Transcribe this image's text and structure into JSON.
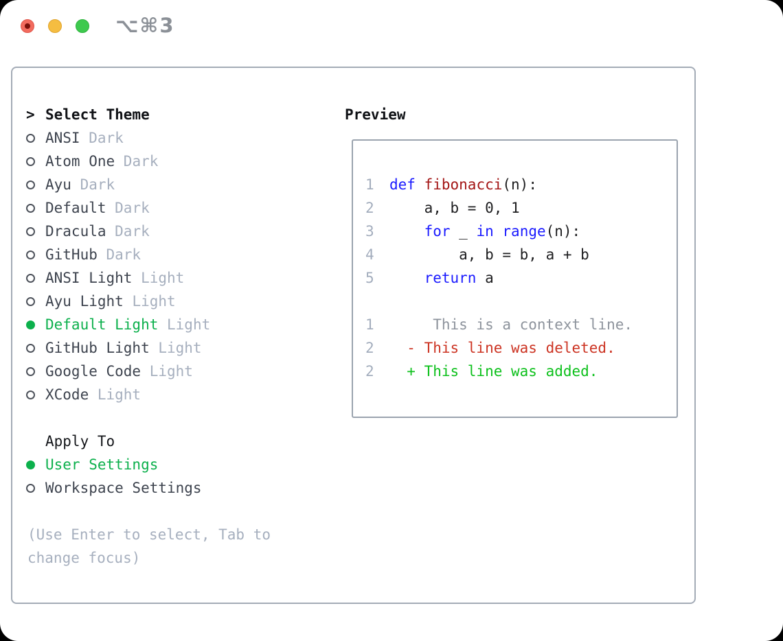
{
  "window": {
    "title_shortcut": "⌥⌘3",
    "traffic_lights": [
      "close",
      "minimize",
      "zoom"
    ]
  },
  "colors": {
    "selected_green": "#0cb04c",
    "keyword_blue": "#1a1aff",
    "function_red": "#a31515",
    "diff_deleted_red": "#cc3322",
    "diff_added_green": "#0cc01b",
    "context_gray": "#8d939c",
    "muted_gray": "#a6afbe",
    "item_text": "#3d434e",
    "border_gray": "#a3abb6"
  },
  "theme_picker": {
    "prompt": ">",
    "header": "Select Theme",
    "items": [
      {
        "label": "ANSI",
        "tag": "Dark",
        "selected": false
      },
      {
        "label": "Atom One",
        "tag": "Dark",
        "selected": false
      },
      {
        "label": "Ayu",
        "tag": "Dark",
        "selected": false
      },
      {
        "label": "Default",
        "tag": "Dark",
        "selected": false
      },
      {
        "label": "Dracula",
        "tag": "Dark",
        "selected": false
      },
      {
        "label": "GitHub",
        "tag": "Dark",
        "selected": false
      },
      {
        "label": "ANSI Light",
        "tag": "Light",
        "selected": false
      },
      {
        "label": "Ayu Light",
        "tag": "Light",
        "selected": false
      },
      {
        "label": "Default Light",
        "tag": "Light",
        "selected": true
      },
      {
        "label": "GitHub Light",
        "tag": "Light",
        "selected": false
      },
      {
        "label": "Google Code",
        "tag": "Light",
        "selected": false
      },
      {
        "label": "XCode",
        "tag": "Light",
        "selected": false
      }
    ],
    "apply_to_header": "Apply To",
    "apply_options": [
      {
        "label": "User Settings",
        "selected": true
      },
      {
        "label": "Workspace Settings",
        "selected": false
      }
    ],
    "hint": "(Use Enter to select, Tab to change focus)"
  },
  "preview": {
    "header": "Preview",
    "code_lines": [
      {
        "number": "1",
        "tokens": [
          [
            "def",
            "k"
          ],
          [
            " ",
            "p"
          ],
          [
            "fibonacci",
            "f"
          ],
          [
            "(n):",
            "p"
          ]
        ]
      },
      {
        "number": "2",
        "tokens": [
          [
            "    a, b = 0, 1",
            "p"
          ]
        ]
      },
      {
        "number": "3",
        "tokens": [
          [
            "    ",
            "p"
          ],
          [
            "for",
            "k"
          ],
          [
            " _ ",
            "p"
          ],
          [
            "in",
            "k"
          ],
          [
            " ",
            "p"
          ],
          [
            "range",
            "k"
          ],
          [
            "(n):",
            "p"
          ]
        ]
      },
      {
        "number": "4",
        "tokens": [
          [
            "        a, b = b, a + b",
            "p"
          ]
        ]
      },
      {
        "number": "5",
        "tokens": [
          [
            "    ",
            "p"
          ],
          [
            "return",
            "k"
          ],
          [
            " a",
            "p"
          ]
        ]
      }
    ],
    "diff_lines": [
      {
        "number": "1",
        "text": "     This is a context line.",
        "kind": "context"
      },
      {
        "number": "2",
        "text": "  - This line was deleted.",
        "kind": "deleted"
      },
      {
        "number": "2",
        "text": "  + This line was added.",
        "kind": "added"
      }
    ]
  }
}
